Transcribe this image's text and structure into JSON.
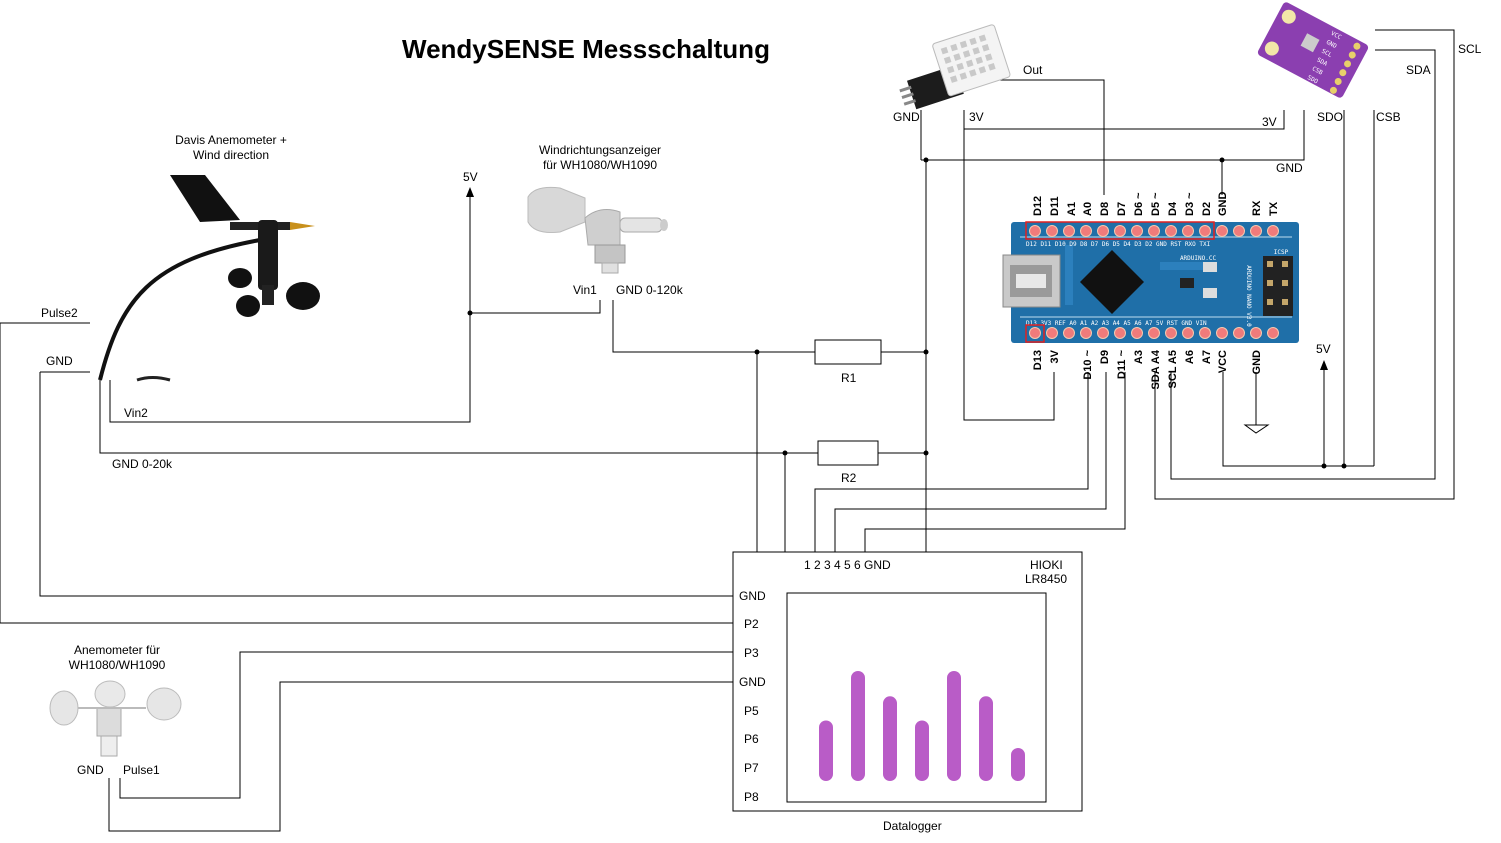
{
  "title": "WendySENSE Messschaltung",
  "davis": {
    "caption_line1": "Davis Anemometer +",
    "caption_line2": "Wind direction",
    "pulse2": "Pulse2",
    "gnd": "GND",
    "vin2": "Vin2",
    "gnd_range": "GND  0-20k"
  },
  "wind_vane": {
    "caption_line1": "Windrichtungsanzeiger",
    "caption_line2": "für WH1080/WH1090",
    "vin1": "Vin1",
    "gnd_range": "GND  0-120k"
  },
  "supply_5v_left": "5V",
  "supply_5v_right": "5V",
  "dht": {
    "out": "Out",
    "gnd": "GND",
    "v3": "3V"
  },
  "bme": {
    "scl": "SCL",
    "sda": "SDA",
    "sdo": "SDO",
    "csb": "CSB",
    "v3": "3V",
    "gnd": "GND",
    "chip_pins": [
      "VCC",
      "GND",
      "SCL",
      "SDA",
      "CSB",
      "SDO"
    ]
  },
  "nano": {
    "top_pins": [
      "D12",
      "D11",
      "A1",
      "A0",
      "D8",
      "D7",
      "D6 ~",
      "D5 ~",
      "D4",
      "D3 ~",
      "D2",
      "GND",
      "RX",
      "TX"
    ],
    "bottom_pins": [
      "D13",
      "3V",
      "D10 ~",
      "D9",
      "D11 ~",
      "A3",
      "SDA A4",
      "SCL A5",
      "A6",
      "A7",
      "VCC",
      "GND"
    ],
    "silk_top": "D12 D11 D10 D9 D8 D7 D6 D5 D4 D3 D2 GND RST RXO TXI",
    "silk_bottom": "D13 3V3 REF A0 A1 A2 A3 A4 A5 A6 A7 5V RST GND VIN",
    "brand": "ARDUINO.CC",
    "model": "ARDUINO NANO V3.0",
    "icsp": "ICSP"
  },
  "resistors": {
    "r1": "R1",
    "r2": "R2"
  },
  "logger": {
    "name_line1": "HIOKI",
    "name_line2": "LR8450",
    "top_labels": "1 2 3 4 5 6 GND",
    "ports": [
      "GND",
      "P2",
      "P3",
      "GND",
      "P5",
      "P6",
      "P7",
      "P8"
    ],
    "caption": "Datalogger",
    "bar_color": "#b95cc7",
    "bar_levels": [
      0.55,
      1.0,
      0.77,
      0.55,
      1.0,
      0.77,
      0.3
    ]
  },
  "anemometer": {
    "caption_line1": "Anemometer für",
    "caption_line2": "WH1080/WH1090",
    "gnd": "GND",
    "pulse1": "Pulse1"
  }
}
